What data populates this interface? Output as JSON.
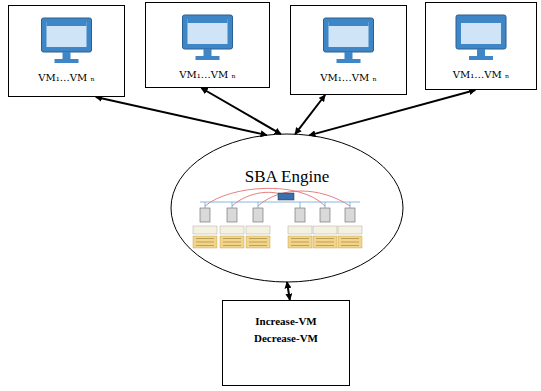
{
  "diagram": {
    "nodes": [
      {
        "text": [
          "VM₁…VM ₙ"
        ]
      },
      {
        "text": [
          "VM₁…VM ₙ"
        ]
      },
      {
        "text": [
          "VM₁…VM ₙ"
        ]
      },
      {
        "text": [
          "VM₁…VM ₙ"
        ]
      },
      {
        "text": [
          "SBA Engine"
        ]
      },
      {
        "text": [
          "Increase-VM",
          "Decrease-VM"
        ]
      }
    ],
    "edges": [
      {
        "from": 0,
        "to": 4,
        "arrow": "both"
      },
      {
        "from": 1,
        "to": 4,
        "arrow": "both"
      },
      {
        "from": 2,
        "to": 4,
        "arrow": "both"
      },
      {
        "from": 3,
        "to": 4,
        "arrow": "both"
      },
      {
        "from": 4,
        "to": 5,
        "arrow": "both"
      }
    ]
  }
}
